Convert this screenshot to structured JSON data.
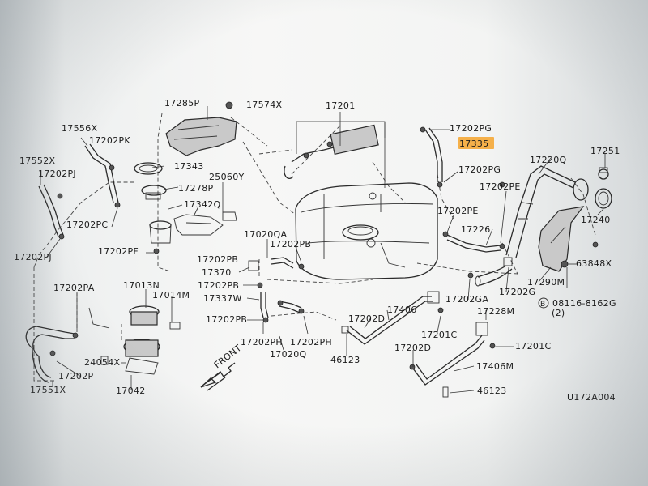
{
  "diagram_id": "U172A004",
  "front_label": "FRONT",
  "labels": [
    {
      "id": "p17285P",
      "text": "17285P"
    },
    {
      "id": "p17574X",
      "text": "17574X"
    },
    {
      "id": "p17201",
      "text": "17201"
    },
    {
      "id": "p17202PG_a",
      "text": "17202PG"
    },
    {
      "id": "p17335",
      "text": "17335",
      "highlight": true
    },
    {
      "id": "p17202PG_b",
      "text": "17202PG"
    },
    {
      "id": "p17251",
      "text": "17251"
    },
    {
      "id": "p17220Q",
      "text": "17220Q"
    },
    {
      "id": "p17556X",
      "text": "17556X"
    },
    {
      "id": "p17202PK",
      "text": "17202PK"
    },
    {
      "id": "p17552X",
      "text": "17552X"
    },
    {
      "id": "p17202PJ_a",
      "text": "17202PJ"
    },
    {
      "id": "p17343",
      "text": "17343"
    },
    {
      "id": "p25060Y",
      "text": "25060Y"
    },
    {
      "id": "p17278P",
      "text": "17278P"
    },
    {
      "id": "p17342Q",
      "text": "17342Q"
    },
    {
      "id": "p17202PE_a",
      "text": "17202PE"
    },
    {
      "id": "p17202PE_b",
      "text": "17202PE"
    },
    {
      "id": "p17226",
      "text": "17226"
    },
    {
      "id": "p17240",
      "text": "17240"
    },
    {
      "id": "p17202PC",
      "text": "17202PC"
    },
    {
      "id": "p17020QA",
      "text": "17020QA"
    },
    {
      "id": "p17202PB_a",
      "text": "17202PB"
    },
    {
      "id": "p17202PF",
      "text": "17202PF"
    },
    {
      "id": "p17202PJ_b",
      "text": "17202PJ"
    },
    {
      "id": "p17202PB_b",
      "text": "17202PB"
    },
    {
      "id": "p63848X",
      "text": "63848X"
    },
    {
      "id": "p17370",
      "text": "17370"
    },
    {
      "id": "p17290M",
      "text": "17290M"
    },
    {
      "id": "p17202PA",
      "text": "17202PA"
    },
    {
      "id": "p17013N",
      "text": "17013N"
    },
    {
      "id": "p17202PB_c",
      "text": "17202PB"
    },
    {
      "id": "p17202G",
      "text": "17202G"
    },
    {
      "id": "p17014M",
      "text": "17014M"
    },
    {
      "id": "p17337W",
      "text": "17337W"
    },
    {
      "id": "p17202GA",
      "text": "17202GA"
    },
    {
      "id": "p08116",
      "text": "08116-8162G"
    },
    {
      "id": "pCircB",
      "text": "B"
    },
    {
      "id": "pQty2",
      "text": "(2)"
    },
    {
      "id": "p17406",
      "text": "17406"
    },
    {
      "id": "p17228M",
      "text": "17228M"
    },
    {
      "id": "p17202D_a",
      "text": "17202D"
    },
    {
      "id": "p17202PB_d",
      "text": "17202PB"
    },
    {
      "id": "p17201C_a",
      "text": "17201C"
    },
    {
      "id": "p17201C_b",
      "text": "17201C"
    },
    {
      "id": "p17202PH_a",
      "text": "17202PH"
    },
    {
      "id": "p17202PH_b",
      "text": "17202PH"
    },
    {
      "id": "p17020Q",
      "text": "17020Q"
    },
    {
      "id": "p46123_a",
      "text": "46123"
    },
    {
      "id": "p17202D_b",
      "text": "17202D"
    },
    {
      "id": "p17406M",
      "text": "17406M"
    },
    {
      "id": "p24054X",
      "text": "24054X"
    },
    {
      "id": "p17202P",
      "text": "17202P"
    },
    {
      "id": "p17551X",
      "text": "17551X"
    },
    {
      "id": "p17042",
      "text": "17042"
    },
    {
      "id": "p46123_b",
      "text": "46123"
    }
  ]
}
